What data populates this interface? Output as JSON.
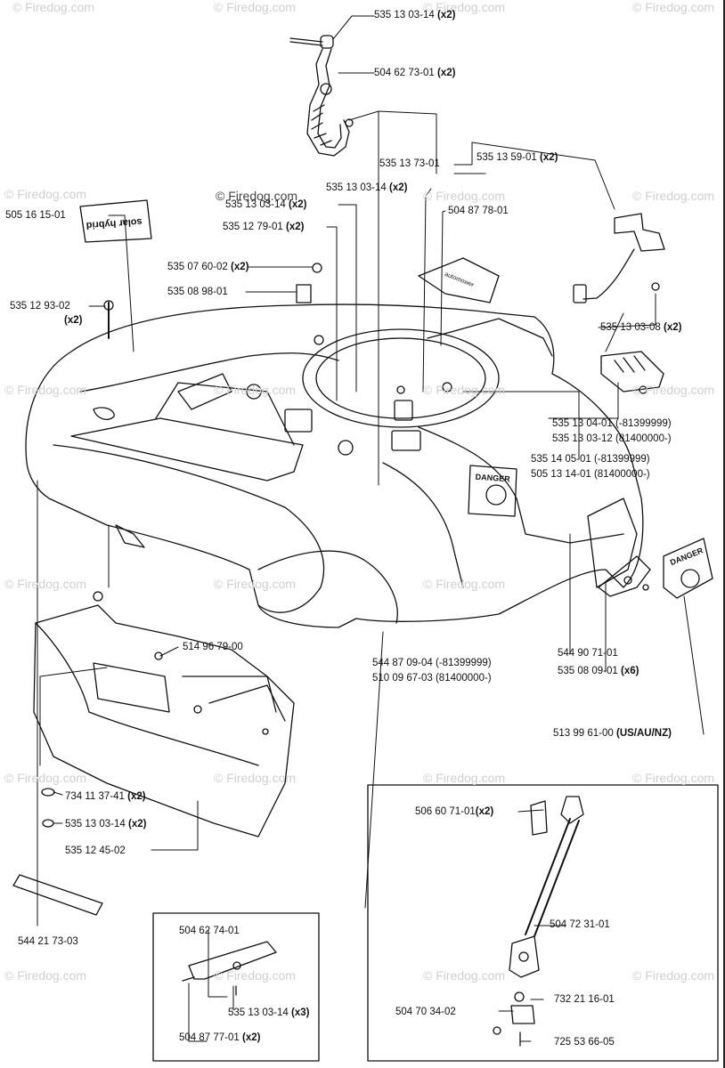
{
  "watermark": "© Firedog.com",
  "copyright": "© Firedog.com",
  "labels": {
    "l01": {
      "part": "535 13 03-14",
      "qty": "(x2)"
    },
    "l02": {
      "part": "504 62 73-01",
      "qty": "(x2)"
    },
    "l03": {
      "part": "535 13 73-01",
      "qty": ""
    },
    "l04": {
      "part": "535 13 59-01",
      "qty": "(x2)"
    },
    "l05": {
      "part": "535 13 03-14",
      "qty": "(x2)"
    },
    "l06": {
      "part": "535 13 03-14",
      "qty": "(x2)"
    },
    "l07": {
      "part": "504 87 78-01",
      "qty": ""
    },
    "l08": {
      "part": "505 16 15-01",
      "qty": ""
    },
    "l09": {
      "part": "535 12 79-01",
      "qty": "(x2)"
    },
    "l10": {
      "part": "535 07 60-02",
      "qty": "(x2)"
    },
    "l11": {
      "part": "535 08 98-01",
      "qty": ""
    },
    "l12": {
      "part": "535 12 93-02",
      "qty": ""
    },
    "l12b": {
      "part": "",
      "qty": "(x2)"
    },
    "l13": {
      "part": "535 13 03-08",
      "qty": "(x2)"
    },
    "l14": {
      "part": "535 13 04-01 (-81399999)",
      "qty": ""
    },
    "l15": {
      "part": "535 13 03-12 (81400000-)",
      "qty": ""
    },
    "l16": {
      "part": "535 14 05-01 (-81399999)",
      "qty": ""
    },
    "l17": {
      "part": "505 13 14-01 (81400000-)",
      "qty": ""
    },
    "l18": {
      "part": "514 96 79-00",
      "qty": ""
    },
    "l19": {
      "part": "544 90 71-01",
      "qty": ""
    },
    "l20": {
      "part": "535 08 09-01",
      "qty": "(x6)"
    },
    "l21": {
      "part": "544 87 09-04 (-81399999)",
      "qty": ""
    },
    "l22": {
      "part": "510 09 67-03 (81400000-)",
      "qty": ""
    },
    "l23": {
      "part": "513 99 61-00",
      "qty": "(US/AU/NZ)"
    },
    "l24": {
      "part": "734 11 37-41",
      "qty": "(x2)"
    },
    "l25": {
      "part": "535 13 03-14",
      "qty": "(x2)"
    },
    "l26": {
      "part": "535 12 45-02",
      "qty": ""
    },
    "l27": {
      "part": "506 60 71-01",
      "qty": "(x2)"
    },
    "l28": {
      "part": "544 21 73-03",
      "qty": ""
    },
    "l29": {
      "part": "504 62 74-01",
      "qty": ""
    },
    "l30": {
      "part": "504 72 31-01",
      "qty": ""
    },
    "l31": {
      "part": "535 13 03-14",
      "qty": "(x3)"
    },
    "l32": {
      "part": "732 21 16-01",
      "qty": ""
    },
    "l33": {
      "part": "504 70 34-02",
      "qty": ""
    },
    "l34": {
      "part": "504 87 77-01",
      "qty": "(x2)"
    },
    "l35": {
      "part": "725 53 66-05",
      "qty": ""
    }
  },
  "decals": {
    "solar": "solar hybrid",
    "danger_main": "DANGER",
    "danger_sticker": "DANGER",
    "small_plate": "automower"
  }
}
